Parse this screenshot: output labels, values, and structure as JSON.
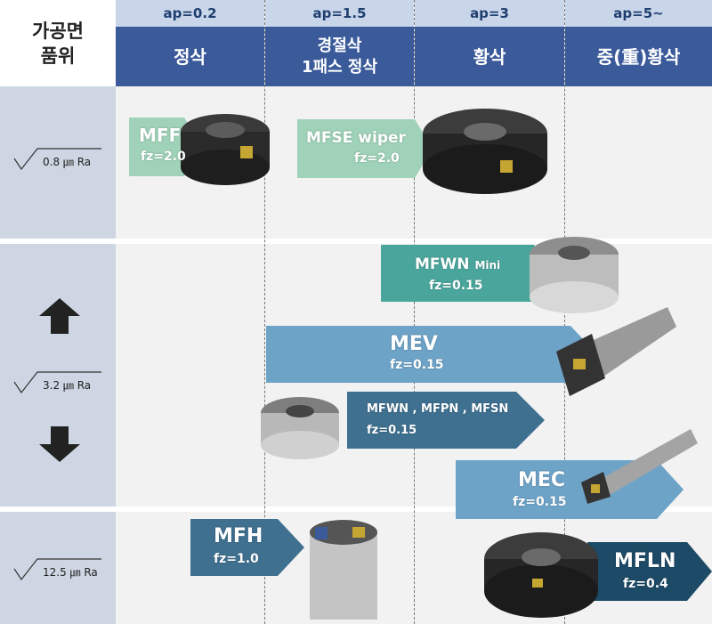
{
  "corner": {
    "line1": "가공면",
    "line2": "품위"
  },
  "columns": [
    {
      "ap": "ap=0.2",
      "name": "정삭"
    },
    {
      "ap": "ap=1.5",
      "name_line1": "경절삭",
      "name_line2": "1패스 정삭"
    },
    {
      "ap": "ap=3",
      "name": "황삭"
    },
    {
      "ap": "ap=5~",
      "name": "중(重)황삭"
    }
  ],
  "rows": [
    {
      "roughness": "0.8 ㎛ Ra"
    },
    {
      "roughness": "3.2 ㎛ Ra"
    },
    {
      "roughness": "12.5 ㎛ Ra"
    }
  ],
  "tools": {
    "mff": {
      "name": "MFF",
      "fz": "fz=2.0"
    },
    "mfse": {
      "name": "MFSE wiper",
      "fz": "fz=2.0"
    },
    "mfwn_mini": {
      "name": "MFWN",
      "suffix": "Mini",
      "fz": "fz=0.15"
    },
    "mev": {
      "name": "MEV",
      "fz": "fz=0.15"
    },
    "mfwn_group": {
      "name": "MFWN , MFPN , MFSN",
      "fz": "fz=0.15"
    },
    "mec": {
      "name": "MEC",
      "fz": "fz=0.15"
    },
    "mfh": {
      "name": "MFH",
      "fz": "fz=1.0"
    },
    "mfln": {
      "name": "MFLN",
      "fz": "fz=0.4"
    }
  },
  "colors": {
    "header_blue": "#3a5a9a",
    "ap_band": "#c9d6ea",
    "left_column": "#cdd6e2",
    "finishing_green": "#9fd2b8",
    "teal": "#4aa69c",
    "steel_blue": "#6ea3c8",
    "dark_steel": "#3f7090",
    "navy_teal": "#1d4a66"
  }
}
